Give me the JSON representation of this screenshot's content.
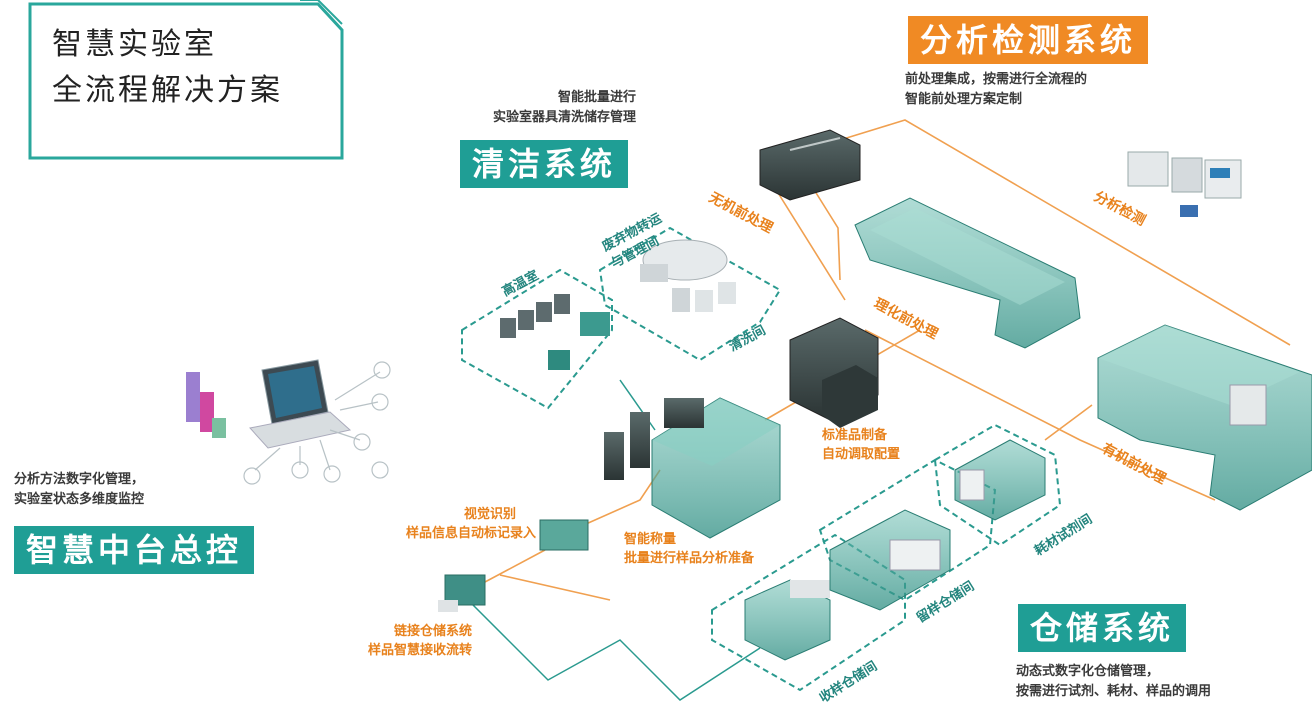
{
  "title": {
    "line1": "智慧实验室",
    "line2": "全流程解决方案"
  },
  "cleaning": {
    "desc1": "智能批量进行",
    "desc2": "实验室器具清洗储存管理",
    "banner": "清洁系统",
    "zone_high_temp": "高温室",
    "zone_waste_1": "废弃物转运",
    "zone_waste_2": "与管理间",
    "zone_washing": "清洗间"
  },
  "analysis": {
    "banner": "分析检测系统",
    "desc1": "前处理集成，按需进行全流程的",
    "desc2": "智能前处理方案定制",
    "label_inorganic": "无机前处理",
    "label_physchem": "理化前处理",
    "label_detect": "分析检测",
    "label_organic": "有机前处理"
  },
  "standard": {
    "line1": "标准品制备",
    "line2": "自动调取配置"
  },
  "weighing": {
    "line1": "智能称量",
    "line2": "批量进行样品分析准备"
  },
  "vision": {
    "line1": "视觉识别",
    "line2": "样品信息自动标记录入"
  },
  "link": {
    "line1": "链接仓储系统",
    "line2": "样品智慧接收流转"
  },
  "control": {
    "desc1": "分析方法数字化管理，",
    "desc2": "实验室状态多维度监控",
    "banner": "智慧中台总控"
  },
  "storage": {
    "banner": "仓储系统",
    "desc1": "动态式数字化仓储管理，",
    "desc2": "按需进行试剂、耗材、样品的调用",
    "zone_receive": "收样仓储间",
    "zone_retain": "留样仓储间",
    "zone_consumables": "耗材试剂间"
  },
  "colors": {
    "teal": "#1f9e95",
    "orange": "#f08a24",
    "machine": "#4aa89a",
    "line_orange": "#f0a050"
  },
  "icons": [
    "laptop-icon",
    "storage-rack-icon",
    "lab-bench-icon",
    "robot-arm-icon",
    "sample-station-icon"
  ]
}
